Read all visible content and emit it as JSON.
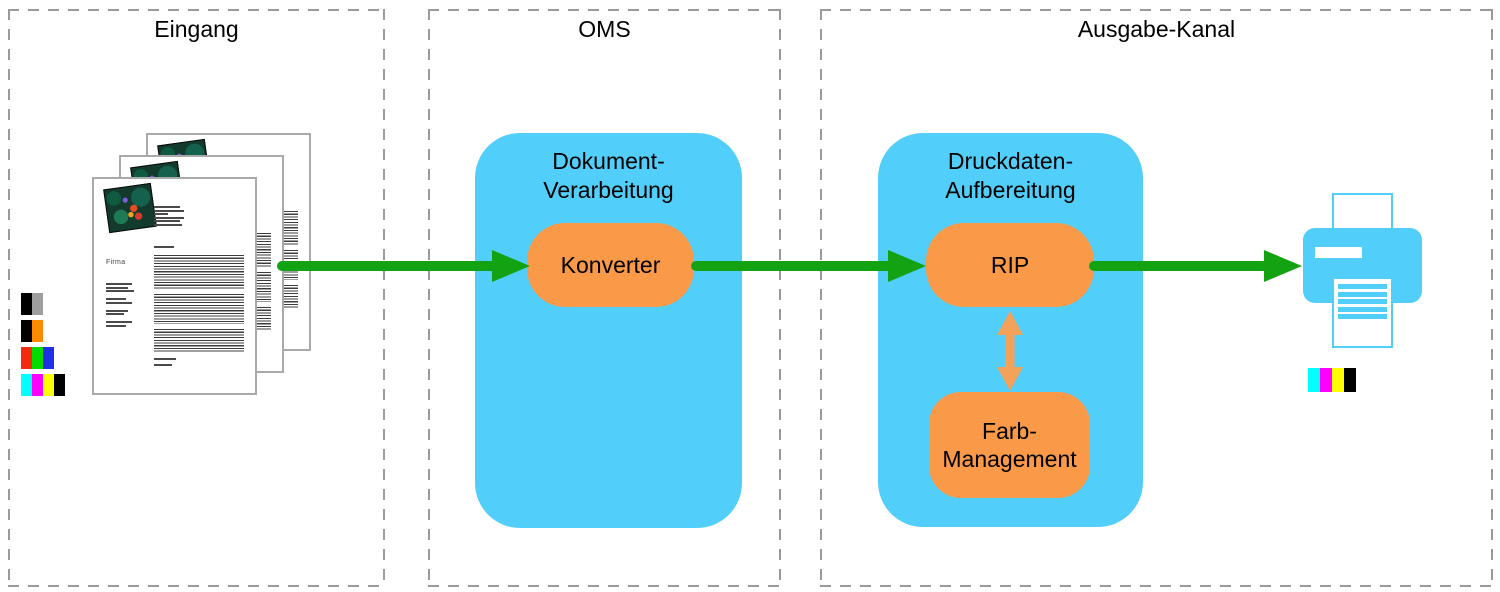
{
  "diagram": {
    "sections": {
      "eingang": {
        "title": "Eingang"
      },
      "oms": {
        "title": "OMS",
        "processor_label": "Dokument-\nVerarbeitung",
        "node_label": "Konverter"
      },
      "ausgabe": {
        "title": "Ausgabe-Kanal",
        "processor_label": "Druckdaten-\nAufbereitung",
        "rip_label": "RIP",
        "farb_label": "Farb-\nManagement"
      }
    },
    "documents": {
      "count": 3,
      "logo_caption": "Firma"
    },
    "swatches": {
      "input_rows": [
        [
          "#000000",
          "#9E9E9E"
        ],
        [
          "#000000",
          "#FC8A00"
        ],
        [
          "#F42A0F",
          "#00DC00",
          "#2030E8"
        ],
        [
          "#00FFFF",
          "#FF00FF",
          "#FFFF00",
          "#000000"
        ]
      ],
      "printer_row": [
        "#00FFFF",
        "#FF00FF",
        "#FFFF00",
        "#000000"
      ]
    },
    "colors": {
      "container_blue": "#52CEFA",
      "node_orange": "#FA9A49",
      "flow_arrow_green": "#12A212",
      "link_arrow_orange": "#F4A259",
      "dashed_border_gray": "#9A9A9A"
    }
  }
}
